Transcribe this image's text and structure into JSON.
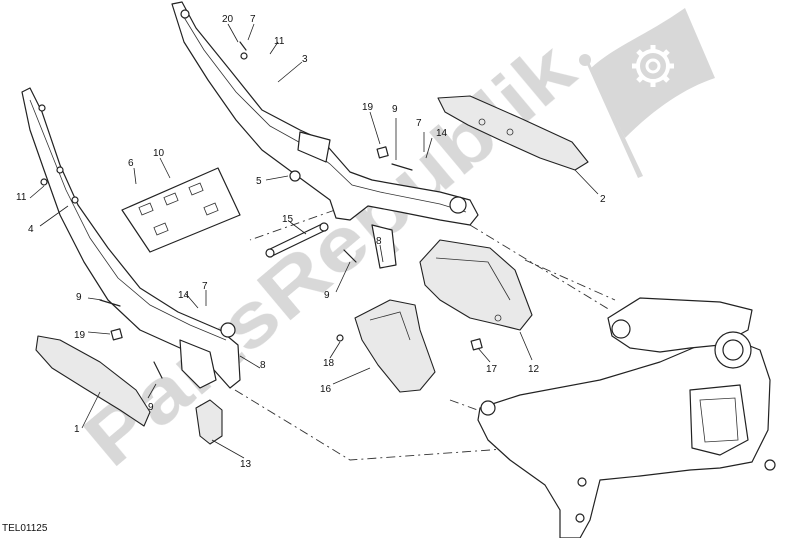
{
  "watermark": {
    "text": "PartsRepublik",
    "logo": "flag-gear-logo",
    "color": "#d4d4d4"
  },
  "drawing_code": "TEL01125",
  "callouts": [
    "1",
    "2",
    "3",
    "4",
    "5",
    "6",
    "7",
    "7",
    "7",
    "8",
    "8",
    "9",
    "9",
    "9",
    "9",
    "10",
    "11",
    "11",
    "12",
    "13",
    "14",
    "14",
    "15",
    "16",
    "17",
    "18",
    "19",
    "19",
    "20"
  ]
}
